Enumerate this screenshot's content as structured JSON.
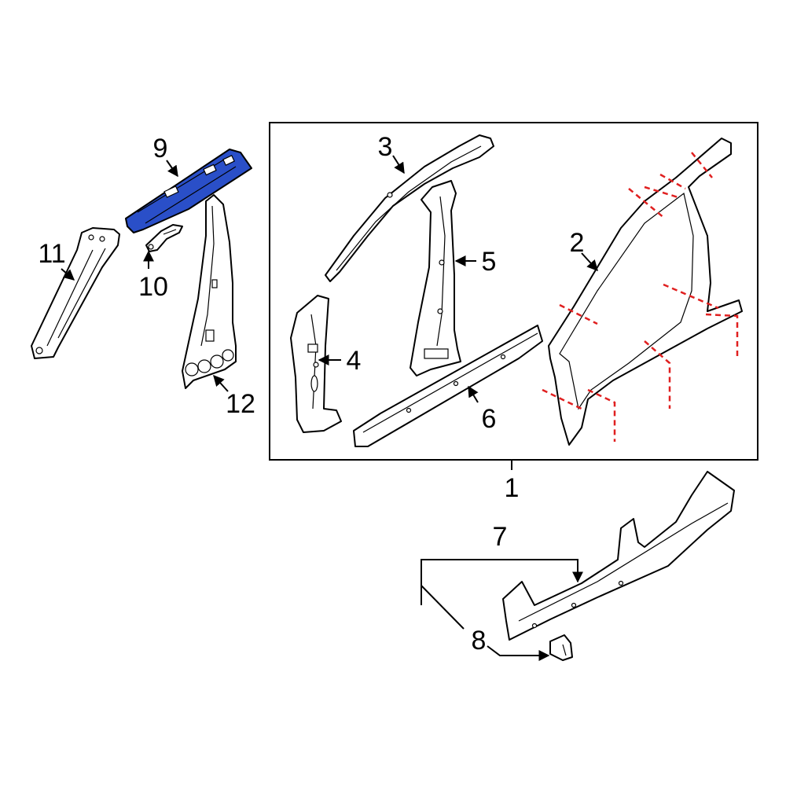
{
  "colors": {
    "highlight": "#2a4fc8",
    "cut_lines": "#e02020",
    "outline": "#000000",
    "background": "#ffffff"
  },
  "callouts": {
    "c1": "1",
    "c2": "2",
    "c3": "3",
    "c4": "4",
    "c5": "5",
    "c6": "6",
    "c7": "7",
    "c8": "8",
    "c9": "9",
    "c10": "10",
    "c11": "11",
    "c12": "12"
  },
  "highlighted_part": "9"
}
